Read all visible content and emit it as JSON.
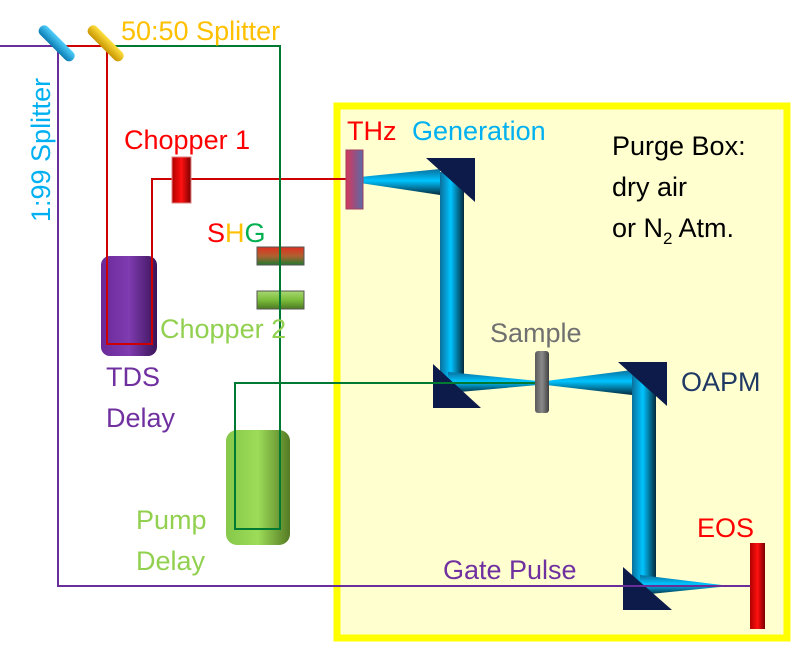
{
  "labels": {
    "splitter_5050": "50:50 Splitter",
    "splitter_199": "1:99 Splitter",
    "chopper1": "Chopper 1",
    "thz": "THz",
    "generation": "Generation",
    "purge_line1": "Purge Box:",
    "purge_line2": "dry air",
    "purge_line3_a": "or N",
    "purge_line3_sub": "2",
    "purge_line3_b": " Atm.",
    "shg_s": "S",
    "shg_h": "H",
    "shg_g": "G",
    "chopper2": "Chopper 2",
    "tds_line1": "TDS",
    "tds_line2": "Delay",
    "sample": "Sample",
    "oapm": "OAPM",
    "pump_line1": "Pump",
    "pump_line2": "Delay",
    "eos": "EOS",
    "gate_pulse": "Gate Pulse"
  },
  "colors": {
    "purge_box_fill": "#ffffd0",
    "purge_box_border": "#ffff00",
    "thz_beam": "#00b4f0",
    "mirror": "#0d1b4a",
    "pump_red": "#cc0000",
    "probe_purple": "#6a2e9a",
    "pump_green": "#007a33",
    "splitter_yellow": "#f5c400",
    "splitter_blue": "#1cb4ea",
    "chopper1": "#e00000",
    "chopper2": "#7cbc3c",
    "tds_delay": "#7a38a8",
    "pump_delay": "#92d050",
    "sample": "#707070",
    "eos": "#e00000",
    "label_cyan": "#00b0f0",
    "label_orange": "#ffc000",
    "label_red": "#ff0000",
    "label_green_light": "#92d050",
    "label_purple": "#7030a0",
    "label_gray": "#707070",
    "label_navy": "#1f3864",
    "label_green": "#00b050"
  }
}
